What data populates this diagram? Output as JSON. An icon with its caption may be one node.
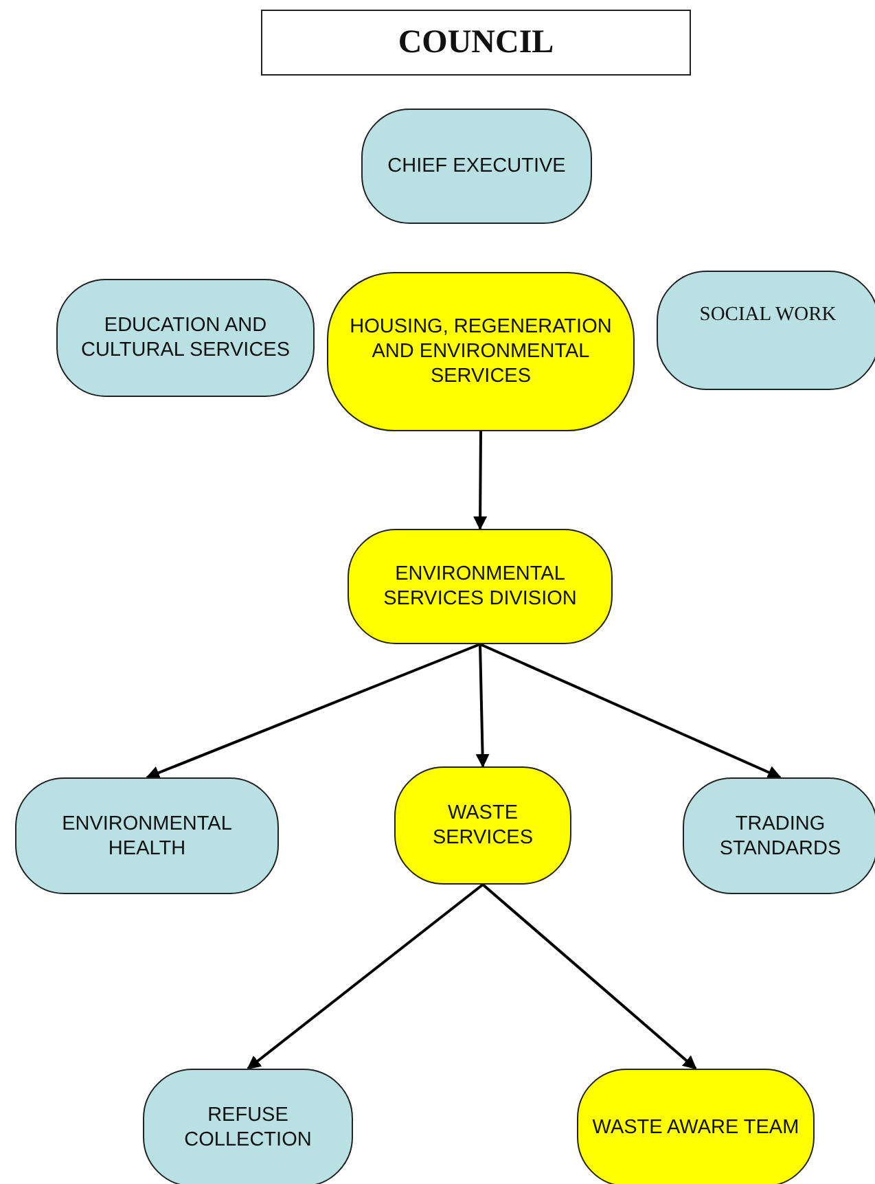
{
  "diagram": {
    "nodes": [
      {
        "text": [
          "COUNCIL"
        ]
      },
      {
        "text": [
          "CHIEF EXECUTIVE"
        ]
      },
      {
        "text": [
          "EDUCATION AND CULTURAL SERVICES"
        ]
      },
      {
        "text": [
          "HOUSING, REGENERATION AND ENVIRONMENTAL SERVICES"
        ]
      },
      {
        "text": [
          "SOCIAL WORK"
        ]
      },
      {
        "text": [
          "ENVIRONMENTAL SERVICES DIVISION"
        ]
      },
      {
        "text": [
          "ENVIRONMENTAL HEALTH"
        ]
      },
      {
        "text": [
          "WASTE SERVICES"
        ]
      },
      {
        "text": [
          "TRADING STANDARDS"
        ]
      },
      {
        "text": [
          "REFUSE COLLECTION"
        ]
      },
      {
        "text": [
          "WASTE AWARE TEAM"
        ]
      }
    ],
    "edges": [
      {
        "from": 3,
        "to": 5,
        "arrow": "to"
      },
      {
        "from": 5,
        "to": 6,
        "arrow": "to"
      },
      {
        "from": 5,
        "to": 7,
        "arrow": "to"
      },
      {
        "from": 5,
        "to": 8,
        "arrow": "to"
      },
      {
        "from": 7,
        "to": 9,
        "arrow": "to"
      },
      {
        "from": 7,
        "to": 10,
        "arrow": "to"
      }
    ]
  }
}
